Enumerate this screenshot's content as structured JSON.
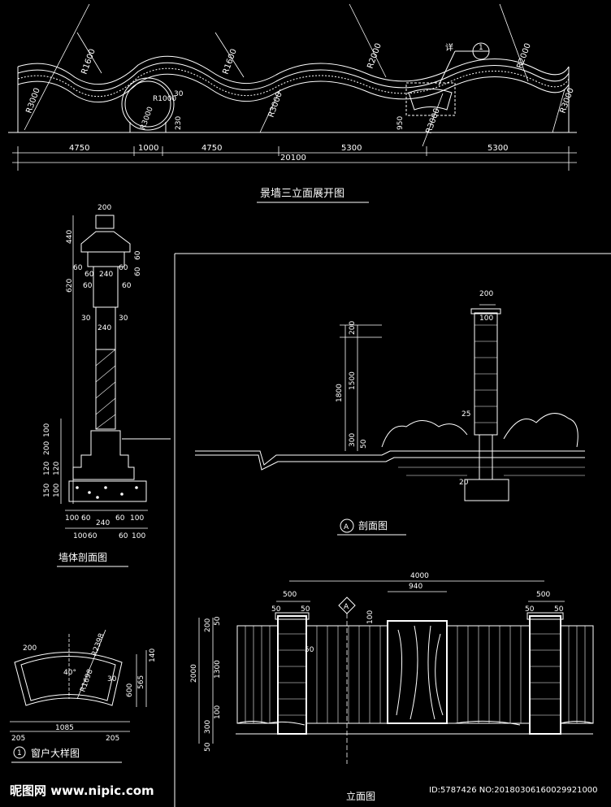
{
  "titles": {
    "elevation_unfold": "景墙三立面展开图",
    "wall_section": "墙体剖面图",
    "window_detail": "窗户大样图",
    "window_detail_num": "1",
    "section_a": "剖面图",
    "section_a_marker": "A",
    "front_elevation": "立面图"
  },
  "top_elevation": {
    "radii": [
      "R1600",
      "R1600",
      "R2000",
      "R2000",
      "R3000",
      "R3000",
      "R3000",
      "R3000",
      "R1000",
      "R3000"
    ],
    "small_dims": [
      "30",
      "230",
      "950"
    ],
    "bottom_dims": [
      "4750",
      "1000",
      "4750",
      "5300",
      "5300"
    ],
    "total": "20100",
    "detail_callout": "详",
    "detail_ref": "1"
  },
  "wall_section": {
    "top_dims": [
      "200",
      "440",
      "620",
      "60",
      "60",
      "60",
      "60",
      "60",
      "240",
      "60",
      "60",
      "30",
      "240",
      "30"
    ],
    "left_dims": [
      "100",
      "200",
      "120",
      "120",
      "150",
      "100"
    ],
    "bottom_dims": [
      "100",
      "60",
      "240",
      "60",
      "100",
      "100",
      "60",
      "60",
      "100"
    ]
  },
  "window_detail": {
    "labels": [
      "200",
      "R2398",
      "R1698",
      "40°",
      "30",
      "600",
      "565",
      "140",
      "1085",
      "205",
      "205"
    ]
  },
  "section_a": {
    "dims": [
      "200",
      "100",
      "200",
      "1800",
      "1500",
      "300",
      "50",
      "25",
      "20"
    ]
  },
  "front_elevation": {
    "top_dims": [
      "4000",
      "940",
      "500",
      "50",
      "50",
      "500",
      "50",
      "50"
    ],
    "left_dims": [
      "2000",
      "200",
      "50",
      "1300",
      "100",
      "300",
      "50"
    ],
    "misc": [
      "100",
      "50"
    ],
    "marker": "A"
  },
  "watermark": {
    "logo": "昵图网 www.nipic.com",
    "id": "ID:5787426 NO:20180306160029921000"
  }
}
